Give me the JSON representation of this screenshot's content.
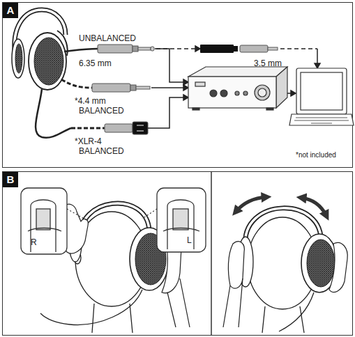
{
  "diagram": {
    "nodes": [
      {
        "text": [
          "A"
        ]
      },
      {
        "text": [
          "B"
        ]
      }
    ],
    "labels": [
      "UNBALANCED",
      "6.35 mm",
      "3.5 mm",
      "*4.4 mm",
      "BALANCED",
      "*XLR-4",
      "BALANCED",
      "*not included",
      "R",
      "L"
    ]
  }
}
